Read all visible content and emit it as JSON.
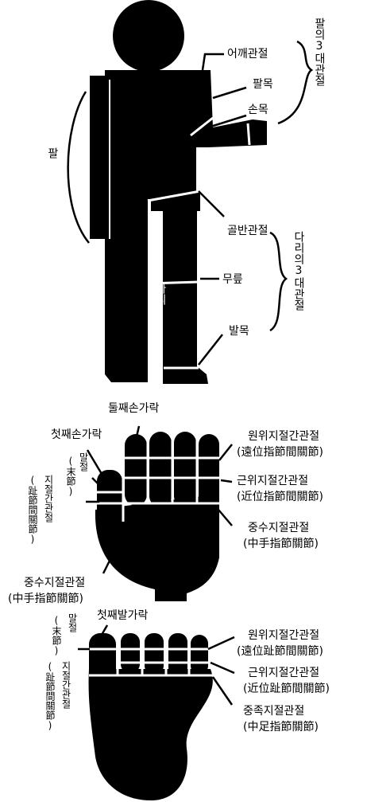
{
  "colors": {
    "figure": "#000000",
    "background": "#ffffff",
    "joint_line": "#ffffff"
  },
  "body": {
    "arm": "팔",
    "shoulder": "어깨관절",
    "wrist": "팔목",
    "hand_wrist": "손목",
    "arm_joints": "팔의3대관절",
    "hip": "골반관절",
    "knee": "무릎",
    "ankle": "발목",
    "leg": "다리",
    "leg_joints": "다리의3대관절"
  },
  "hand": {
    "index_finger": "둘째손가락",
    "thumb": "첫째손가락",
    "dip_label": "원위지절간관절",
    "dip_hanja": "(遠位指節間關節)",
    "pip_label": "근위지절간관절",
    "pip_hanja": "(近位指節間關節)",
    "mcp_label": "중수지절관절",
    "mcp_hanja": "(中手指節關節)",
    "thumb_mcp_label": "중수지절관절",
    "thumb_mcp_hanja": "(中手指節關節)",
    "distal_phalanx": "(末節)",
    "distal_phalanx_kr": "말절",
    "ip_toe_hanja": "(趾節間關節)",
    "ip_label": "지절간관절"
  },
  "foot": {
    "big_toe": "첫째발가락",
    "distal_phalanx": "(末節)",
    "distal_phalanx_kr": "말절",
    "ip_label": "지절간관절",
    "ip_hanja": "(趾節間關節)",
    "dip_label": "원위지절간관절",
    "dip_hanja": "(遠位趾節間關節)",
    "pip_label": "근위지절간관절",
    "pip_hanja": "(近位趾節間關節)",
    "mtp_label": "중족지절관절",
    "mtp_hanja": "(中足指節關節)"
  }
}
